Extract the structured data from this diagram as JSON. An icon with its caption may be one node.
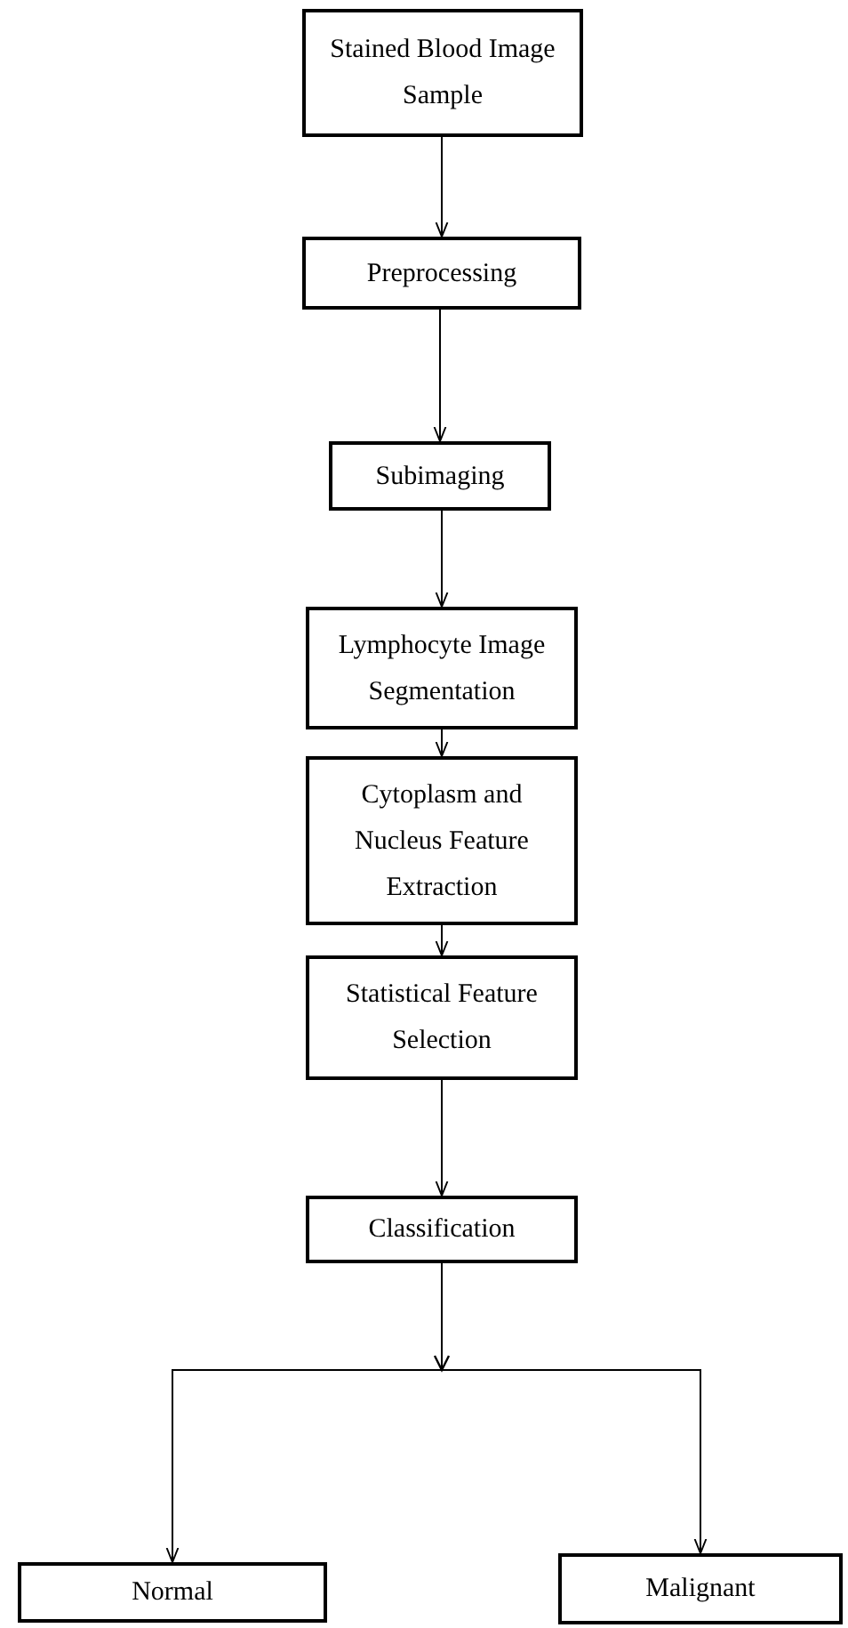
{
  "diagram": {
    "nodes": [
      {
        "text": [
          "Stained Blood Image Sample"
        ]
      },
      {
        "text": [
          "Preprocessing"
        ]
      },
      {
        "text": [
          "Subimaging"
        ]
      },
      {
        "text": [
          "Lymphocyte Image Segmentation"
        ]
      },
      {
        "text": [
          "Cytoplasm and Nucleus Feature Extraction"
        ]
      },
      {
        "text": [
          "Statistical Feature Selection"
        ]
      },
      {
        "text": [
          "Classification"
        ]
      },
      {
        "text": [
          "Normal"
        ]
      },
      {
        "text": [
          "Malignant"
        ]
      }
    ],
    "edges": [
      {
        "from": 0,
        "to": 1,
        "arrow": "to"
      },
      {
        "from": 1,
        "to": 2,
        "arrow": "to"
      },
      {
        "from": 2,
        "to": 3,
        "arrow": "to"
      },
      {
        "from": 3,
        "to": 4,
        "arrow": "to"
      },
      {
        "from": 4,
        "to": 5,
        "arrow": "to"
      },
      {
        "from": 5,
        "to": 6,
        "arrow": "to"
      },
      {
        "from": 6,
        "to": 7,
        "arrow": "to"
      },
      {
        "from": 6,
        "to": 8,
        "arrow": "to"
      }
    ]
  }
}
